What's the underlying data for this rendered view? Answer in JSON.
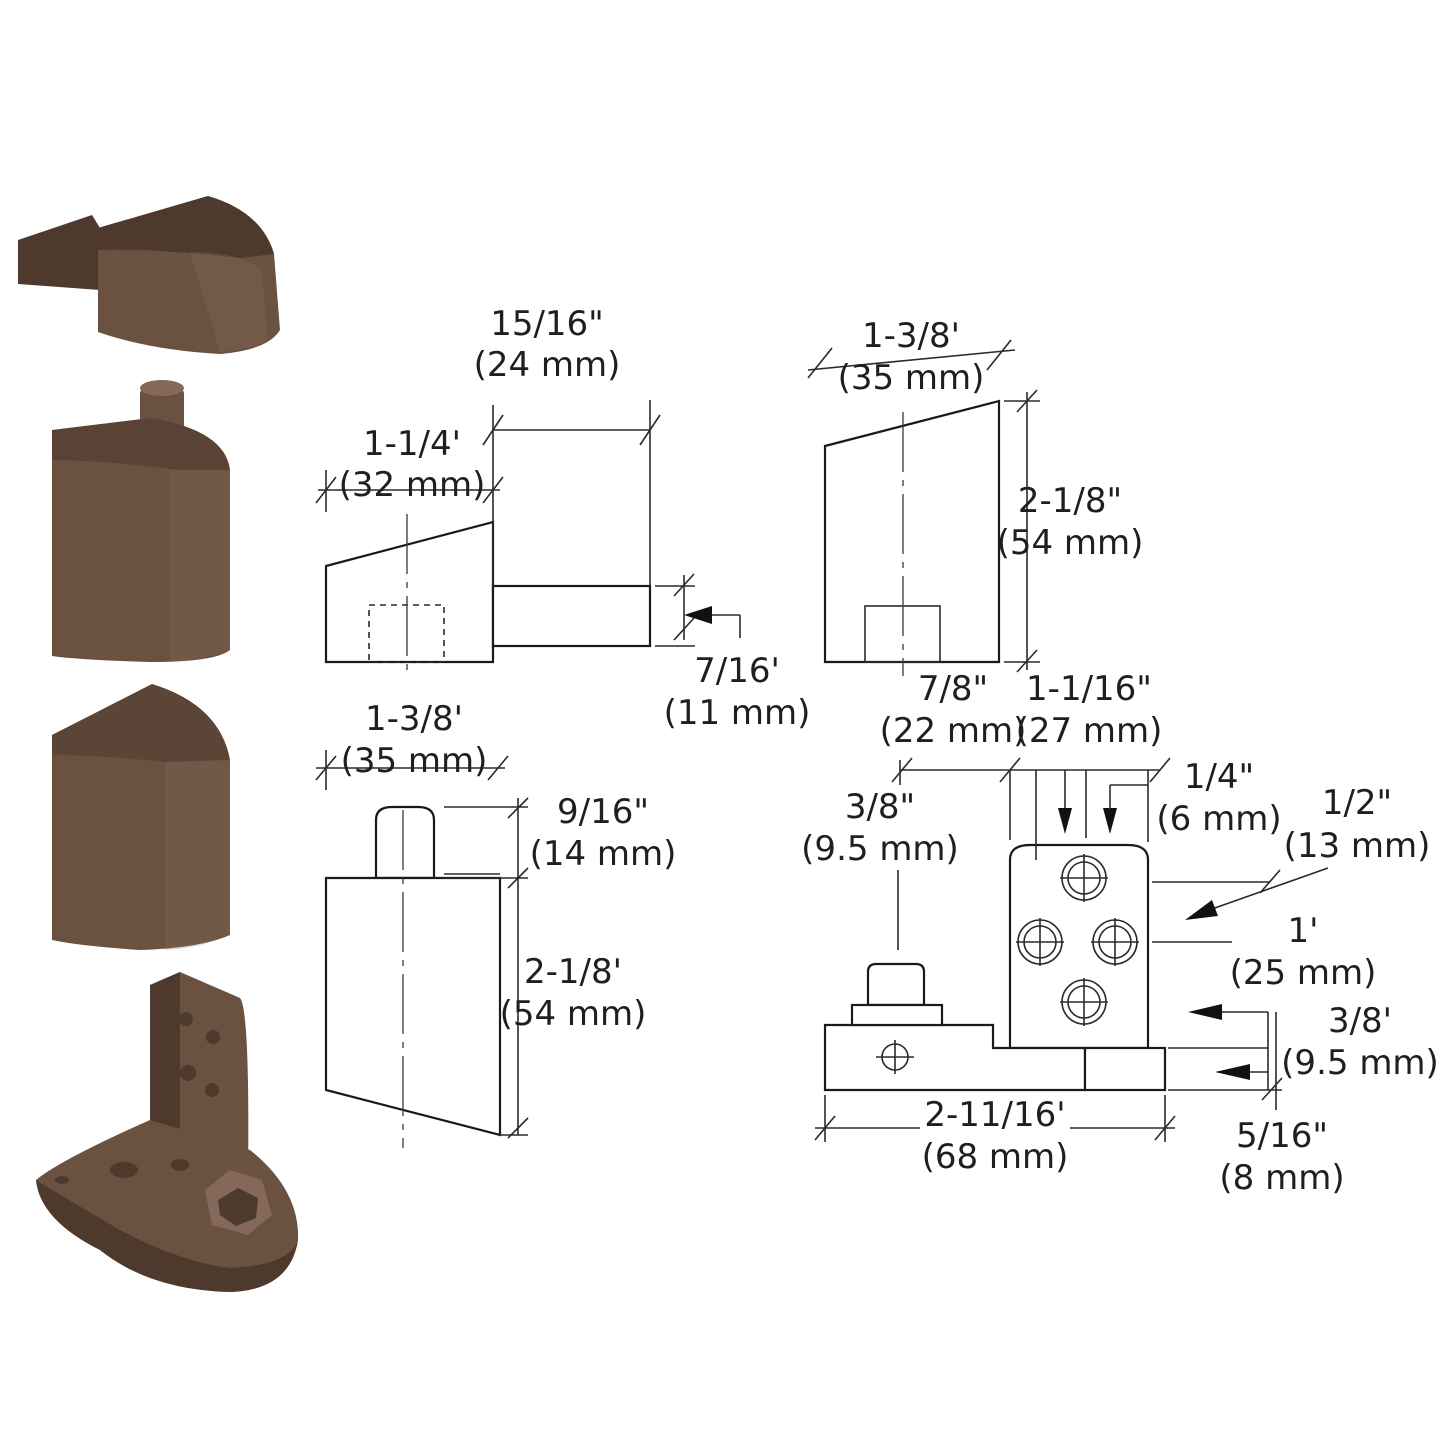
{
  "colors": {
    "bronze": "#6b5240",
    "bronze_dark": "#4e3a2d",
    "bronze_light": "#84695a",
    "line": "#1a1a1a",
    "background": "#ffffff"
  },
  "products": {
    "top_cap": "top-pivot-cap",
    "top_insert": "top-pivot-with-pin",
    "bottom_insert": "bottom-pivot-insert",
    "floor_pivot": "floor-pivot-bracket"
  },
  "dims": {
    "d1_in": "15/16\"",
    "d1_mm": "(24 mm)",
    "d2_in": "1-1/4'",
    "d2_mm": "(32 mm)",
    "d3_in": "7/16'",
    "d3_mm": "(11 mm)",
    "d4_in": "1-3/8'",
    "d4_mm": "(35 mm)",
    "d5_in": "2-1/8\"",
    "d5_mm": "(54 mm)",
    "d6_in": "1-3/8'",
    "d6_mm": "(35 mm)",
    "d7_in": "9/16\"",
    "d7_mm": "(14 mm)",
    "d8_in": "2-1/8'",
    "d8_mm": "(54 mm)",
    "d9_in": "7/8\"",
    "d9_mm": "(22 mm)",
    "d10_in": "1-1/16\"",
    "d10_mm": "(27 mm)",
    "d11_in": "1/4\"",
    "d11_mm": "(6 mm)",
    "d12_in": "3/8\"",
    "d12_mm": "(9.5 mm)",
    "d13_in": "1/2\"",
    "d13_mm": "(13 mm)",
    "d14_in": "1'",
    "d14_mm": "(25 mm)",
    "d15_in": "3/8'",
    "d15_mm": "(9.5 mm)",
    "d16_in": "2-11/16'",
    "d16_mm": "(68 mm)",
    "d17_in": "5/16\"",
    "d17_mm": "(8 mm)"
  }
}
